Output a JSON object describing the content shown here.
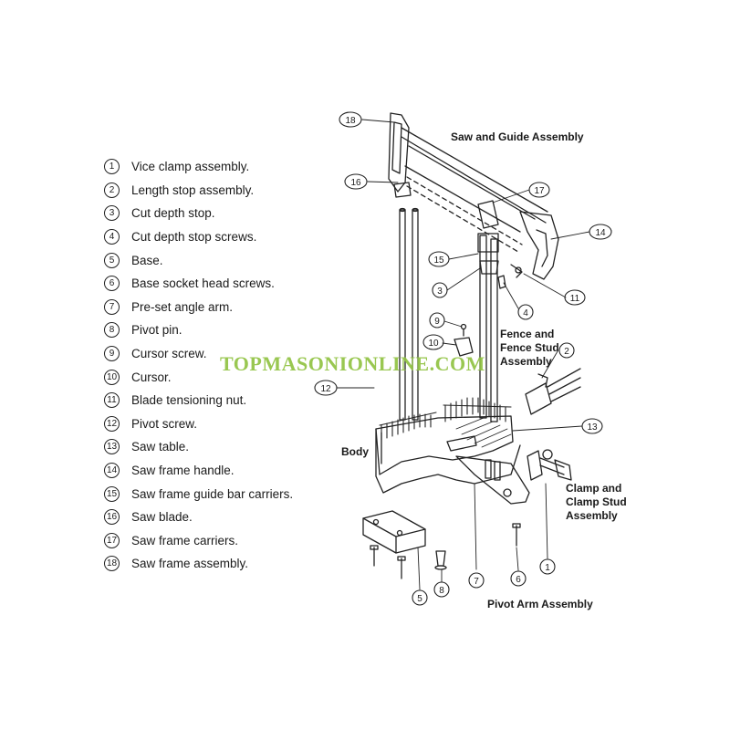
{
  "legend": [
    {
      "num": "1",
      "text": "Vice clamp assembly."
    },
    {
      "num": "2",
      "text": "Length stop assembly."
    },
    {
      "num": "3",
      "text": "Cut depth stop."
    },
    {
      "num": "4",
      "text": "Cut depth stop screws."
    },
    {
      "num": "5",
      "text": "Base."
    },
    {
      "num": "6",
      "text": "Base socket head screws."
    },
    {
      "num": "7",
      "text": "Pre-set angle arm."
    },
    {
      "num": "8",
      "text": "Pivot pin."
    },
    {
      "num": "9",
      "text": "Cursor screw."
    },
    {
      "num": "10",
      "text": "Cursor."
    },
    {
      "num": "11",
      "text": "Blade tensioning nut."
    },
    {
      "num": "12",
      "text": "Pivot screw."
    },
    {
      "num": "13",
      "text": "Saw table."
    },
    {
      "num": "14",
      "text": "Saw frame handle."
    },
    {
      "num": "15",
      "text": "Saw frame guide bar carriers."
    },
    {
      "num": "16",
      "text": "Saw blade."
    },
    {
      "num": "17",
      "text": "Saw frame carriers."
    },
    {
      "num": "18",
      "text": "Saw frame assembly."
    }
  ],
  "labels": {
    "saw_guide": "Saw and Guide Assembly",
    "fence_1": "Fence and",
    "fence_2": "Fence Stud",
    "fence_3": "Assembly",
    "body": "Body",
    "clamp_1": "Clamp and",
    "clamp_2": "Clamp Stud",
    "clamp_3": "Assembly",
    "pivot_arm": "Pivot Arm Assembly"
  },
  "callouts": {
    "c18": "18",
    "c16": "16",
    "c17": "17",
    "c14": "14",
    "c15": "15",
    "c3": "3",
    "c4": "4",
    "c11": "11",
    "c9": "9",
    "c10": "10",
    "c2": "2",
    "c12": "12",
    "c13": "13",
    "c1": "1",
    "c6": "6",
    "c7": "7",
    "c8": "8",
    "c5": "5"
  },
  "watermark": "TOPMASONIONLINE.COM"
}
